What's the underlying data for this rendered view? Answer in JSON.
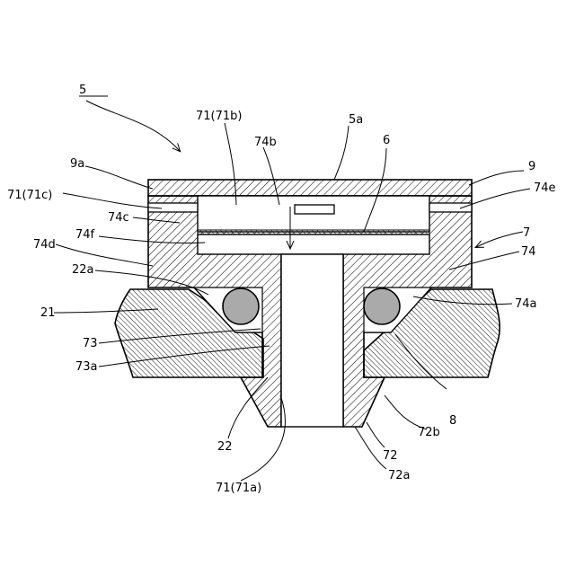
{
  "figure": {
    "title_ref": "5",
    "labels": {
      "l5a": "5a",
      "l6": "6",
      "l9": "9",
      "l9a": "9a",
      "l71b": "71(71b)",
      "l74b": "74b",
      "l71c": "71(71c)",
      "l74c": "74c",
      "l74e": "74e",
      "l74f": "74f",
      "l7": "7",
      "l74d": "74d",
      "l74": "74",
      "l22a": "22a",
      "l21": "21",
      "l74a": "74a",
      "l73": "73",
      "l73a": "73a",
      "l8": "8",
      "l22": "22",
      "l72b": "72b",
      "l72": "72",
      "l72a": "72a",
      "l71a": "71(71a)"
    }
  }
}
